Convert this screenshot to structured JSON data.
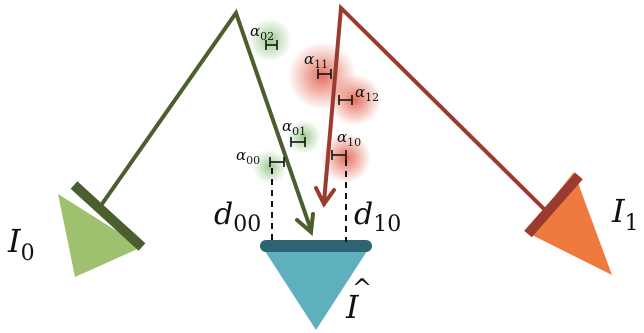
{
  "labels": {
    "i0": {
      "main": "I",
      "sub": "0"
    },
    "i1": {
      "main": "I",
      "sub": "1"
    },
    "ihat": {
      "main": "I",
      "hat": "^"
    },
    "d00": {
      "main": "d",
      "sub": "00"
    },
    "d10": {
      "main": "d",
      "sub": "10"
    },
    "a00": {
      "main": "α",
      "sub": "00"
    },
    "a01": {
      "main": "α",
      "sub": "01"
    },
    "a02": {
      "main": "α",
      "sub": "02"
    },
    "a10": {
      "main": "α",
      "sub": "10"
    },
    "a11": {
      "main": "α",
      "sub": "11"
    },
    "a12": {
      "main": "α",
      "sub": "12"
    }
  },
  "colors": {
    "green_dark": "#4a5e2e",
    "green_light": "#9dc16e",
    "red_dark": "#9b3a2f",
    "orange": "#ee7a3f",
    "blue_dark": "#2d6472",
    "blue_light": "#5fb0be",
    "blob_green": "#8cc17e",
    "blob_red": "#e0604c"
  }
}
